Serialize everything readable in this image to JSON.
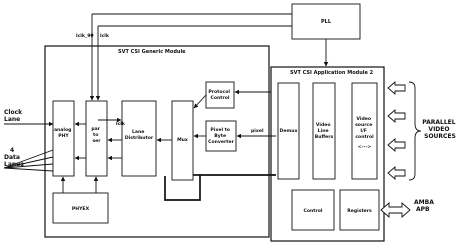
{
  "modules": {
    "generic_module": "SVT CSI Generic Module",
    "app_module": "SVT CSI Application Module 2"
  },
  "blocks": {
    "pll": "PLL",
    "analog_phy": [
      "analog",
      "PHY"
    ],
    "par_to_ser": [
      "par",
      "to",
      "ser"
    ],
    "lane_distributor": [
      "Lane",
      "Distributor"
    ],
    "mux": "Mux",
    "protocol_control": [
      "Protocol",
      "Control"
    ],
    "pixel_to_byte": [
      "Pixel to",
      "Byte",
      "Converter"
    ],
    "phyex": "PHYEX",
    "demux": "Demux",
    "video_line_buffers": [
      "Video",
      "Line",
      "Buffers"
    ],
    "video_source_control": [
      "Video",
      "source",
      "I/F",
      "control"
    ],
    "control": "Control",
    "registers": "Registers"
  },
  "signals": {
    "clk_90": "lclk_90",
    "lclk": "lclk",
    "lclk_inner": "lclk",
    "pixel": "pixel",
    "ellipsis": "<--->"
  },
  "external": {
    "clock_lane": [
      "Clock",
      "Lane"
    ],
    "data_lanes": [
      "4",
      "Data",
      "Lanes"
    ],
    "parallel_video_sources": [
      "PARALLEL",
      "VIDEO",
      "SOURCES"
    ],
    "amba_apb": [
      "AMBA",
      "APB"
    ]
  }
}
